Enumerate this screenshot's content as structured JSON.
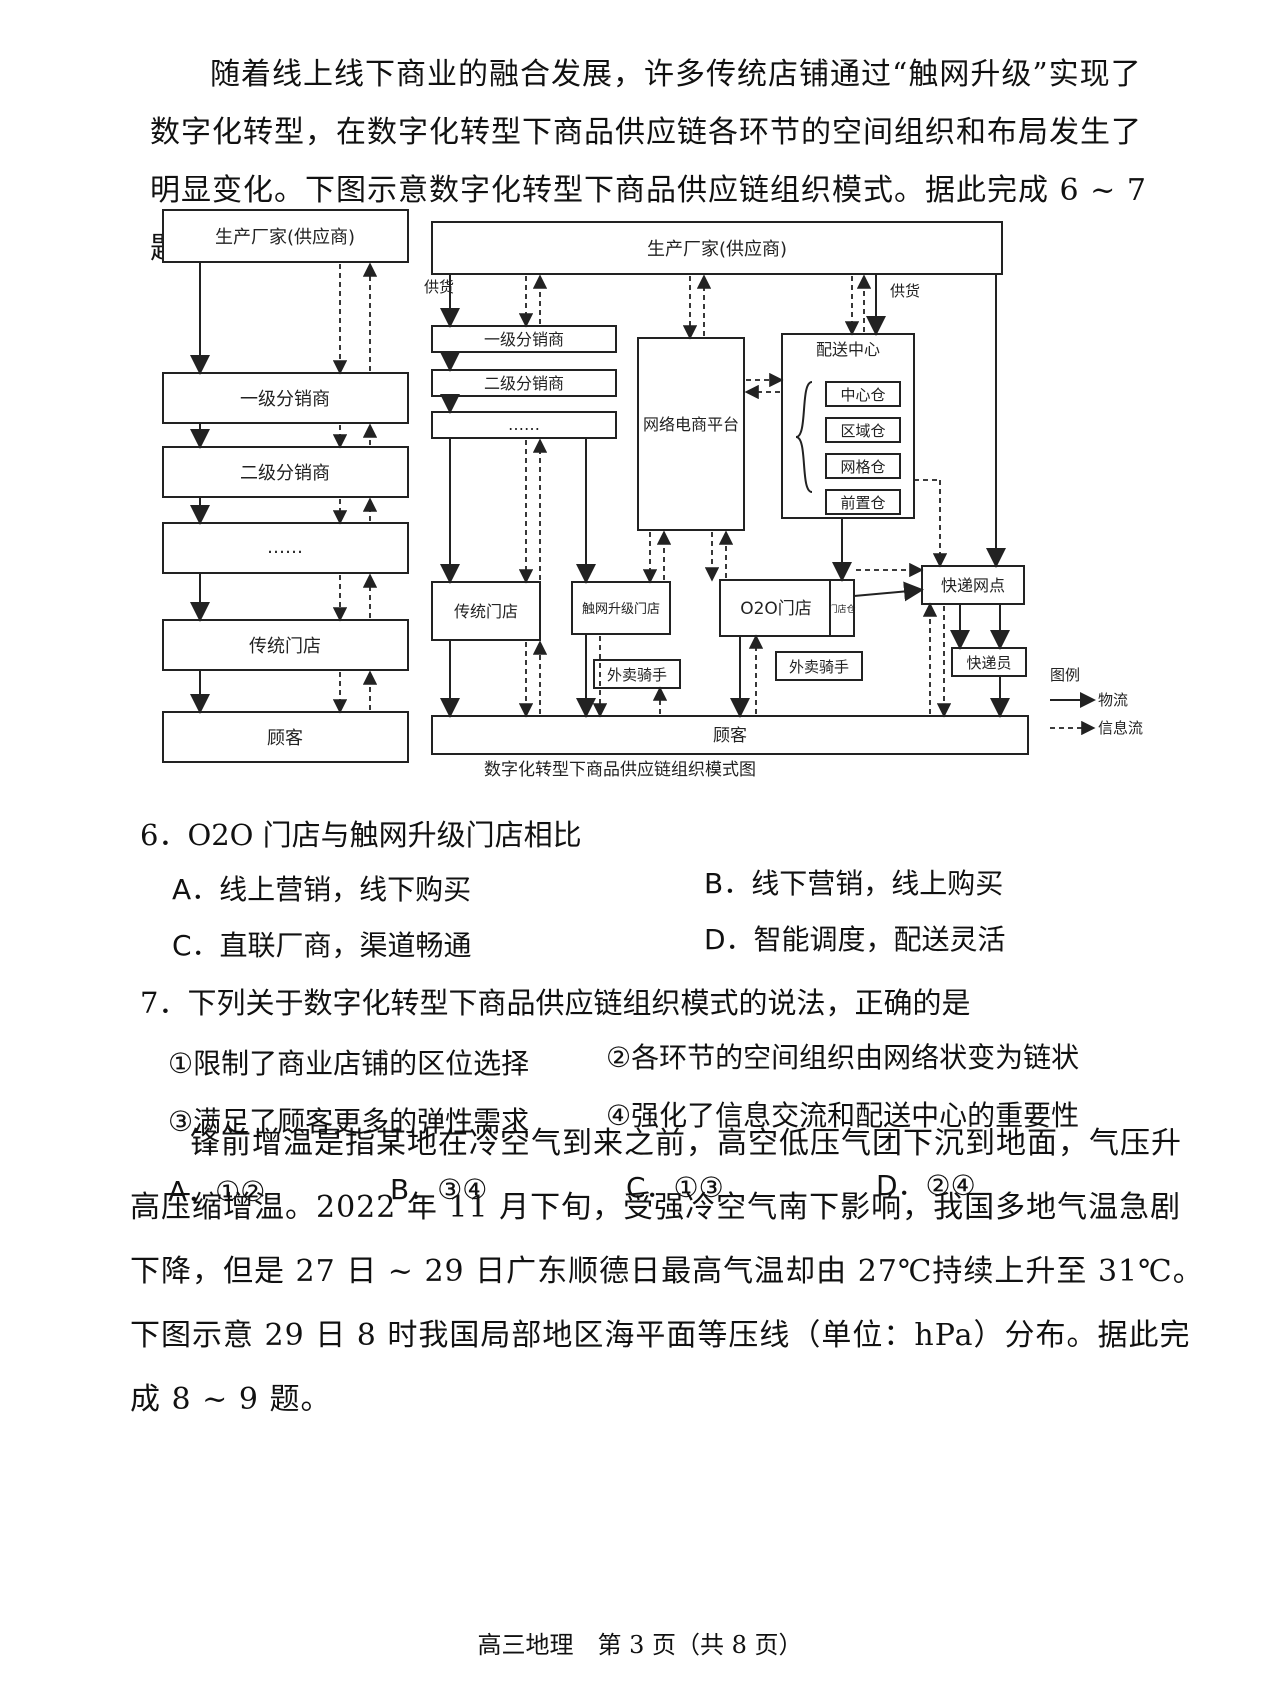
{
  "intro": "随着线上线下商业的融合发展，许多传统店铺通过“触网升级”实现了数字化转型，在数字化转型下商品供应链各环节的空间组织和布局发生了明显变化。下图示意数字化转型下商品供应链组织模式。据此完成 6 ~ 7 题。",
  "diagram": {
    "caption": "数字化转型下商品供应链组织模式图",
    "left": {
      "manufacturer": "生产厂家(供应商)",
      "level1": "一级分销商",
      "level2": "二级分销商",
      "dots": "……",
      "store": "传统门店",
      "customer": "顾客"
    },
    "right": {
      "manufacturer": "生产厂家(供应商)",
      "supply_left": "供货",
      "supply_right": "供货",
      "level1": "一级分销商",
      "level2": "二级分销商",
      "dots": "……",
      "ecommerce": "网络电商平台",
      "distribution_center": "配送中心",
      "warehouses": [
        "中心仓",
        "区域仓",
        "网格仓",
        "前置仓"
      ],
      "traditional_store": "传统门店",
      "upgraded_store": "触网升级门店",
      "o2o_store": "O2O门店",
      "store_warehouse": "门店仓",
      "express_point": "快递网点",
      "rider1": "外卖骑手",
      "rider2": "外卖骑手",
      "courier": "快递员",
      "customer": "顾客"
    },
    "legend": {
      "title": "图例",
      "logistics": "物流",
      "information": "信息流"
    }
  },
  "q6": {
    "stem": "6．O2O 门店与触网升级门店相比",
    "options": {
      "A": "A．线上营销，线下购买",
      "B": "B．线下营销，线上购买",
      "C": "C．直联厂商，渠道畅通",
      "D": "D．智能调度，配送灵活"
    }
  },
  "q7": {
    "stem": "7．下列关于数字化转型下商品供应链组织模式的说法，正确的是",
    "items": [
      "①限制了商业店铺的区位选择",
      "②各环节的空间组织由网络状变为链状",
      "③满足了顾客更多的弹性需求",
      "④强化了信息交流和配送中心的重要性"
    ],
    "options": {
      "A": "A．①②",
      "B": "B．③④",
      "C": "C．①③",
      "D": "D．②④"
    }
  },
  "passage2": "锋前增温是指某地在冷空气到来之前，高空低压气团下沉到地面，气压升高压缩增温。2022 年 11 月下旬，受强冷空气南下影响，我国多地气温急剧下降，但是 27 日 ~ 29 日广东顺德日最高气温却由 27℃持续上升至 31℃。下图示意 29 日 8 时我国局部地区海平面等压线（单位：hPa）分布。据此完成 8 ~ 9 题。",
  "footer": "高三地理　第 3 页（共 8 页）"
}
